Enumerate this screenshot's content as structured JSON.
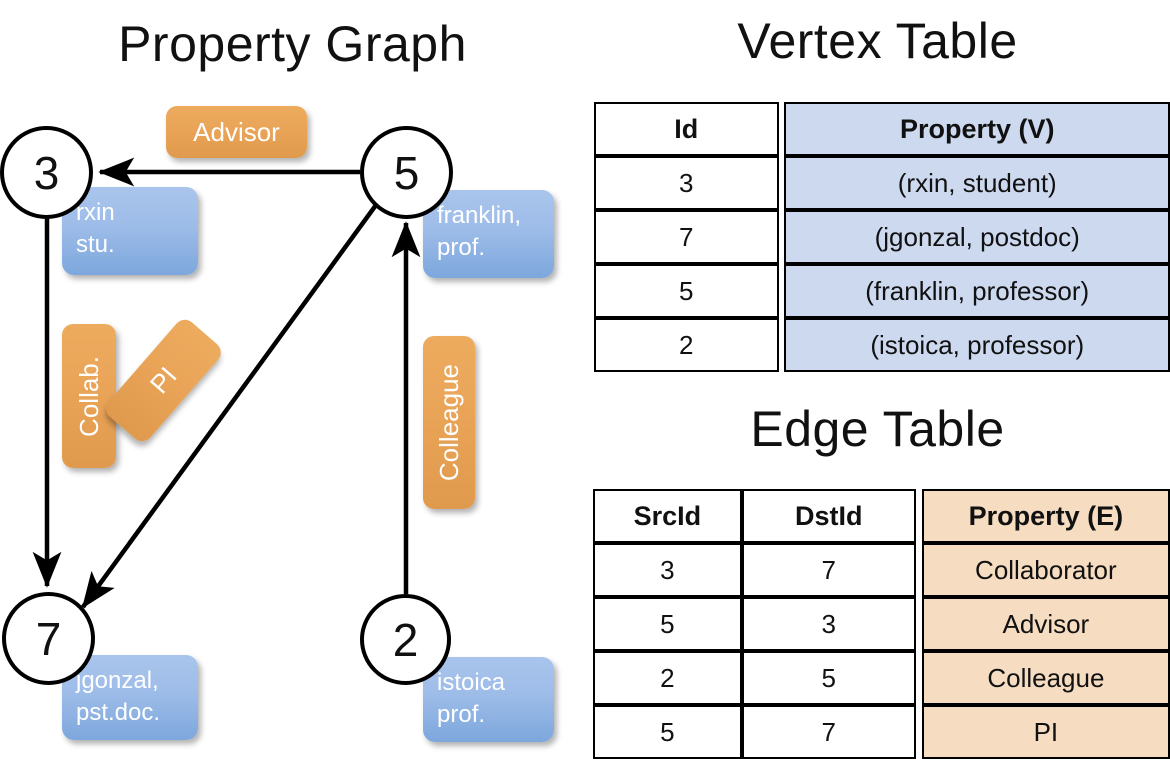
{
  "titles": {
    "property_graph": "Property Graph",
    "vertex_table": "Vertex Table",
    "edge_table": "Edge Table"
  },
  "graph": {
    "vertices": [
      {
        "id": "3",
        "label_lines": [
          "rxin",
          "stu."
        ]
      },
      {
        "id": "5",
        "label_lines": [
          "franklin,",
          "prof."
        ]
      },
      {
        "id": "7",
        "label_lines": [
          "jgonzal,",
          "pst.doc."
        ]
      },
      {
        "id": "2",
        "label_lines": [
          "istoica",
          "prof."
        ]
      }
    ],
    "edge_labels": [
      {
        "name": "advisor",
        "text": "Advisor",
        "orientation": "horizontal"
      },
      {
        "name": "collab",
        "text": "Collab.",
        "orientation": "vertical"
      },
      {
        "name": "pi",
        "text": "PI",
        "orientation": "vertical-rotated"
      },
      {
        "name": "colleague",
        "text": "Colleague",
        "orientation": "vertical"
      }
    ],
    "edges": [
      {
        "from": "5",
        "to": "3",
        "label": "Advisor"
      },
      {
        "from": "3",
        "to": "7",
        "label": "Collab."
      },
      {
        "from": "5",
        "to": "7",
        "label": "PI"
      },
      {
        "from": "2",
        "to": "5",
        "label": "Colleague"
      }
    ]
  },
  "vertex_table": {
    "headers": [
      "Id",
      "Property (V)"
    ],
    "rows": [
      {
        "id": "3",
        "property": "(rxin, student)"
      },
      {
        "id": "7",
        "property": "(jgonzal, postdoc)"
      },
      {
        "id": "5",
        "property": "(franklin, professor)"
      },
      {
        "id": "2",
        "property": "(istoica, professor)"
      }
    ]
  },
  "edge_table": {
    "headers": [
      "SrcId",
      "DstId",
      "Property (E)"
    ],
    "rows": [
      {
        "src": "3",
        "dst": "7",
        "property": "Collaborator"
      },
      {
        "src": "5",
        "dst": "3",
        "property": "Advisor"
      },
      {
        "src": "2",
        "dst": "5",
        "property": "Colleague"
      },
      {
        "src": "5",
        "dst": "7",
        "property": "PI"
      }
    ]
  },
  "colors": {
    "vertex_property_fill": "#ccd9ef",
    "edge_property_fill": "#f6ddc2",
    "node_box_blue": "#9dbce8",
    "edge_label_orange": "#e9a458",
    "stroke": "#000000",
    "background": "#ffffff"
  }
}
